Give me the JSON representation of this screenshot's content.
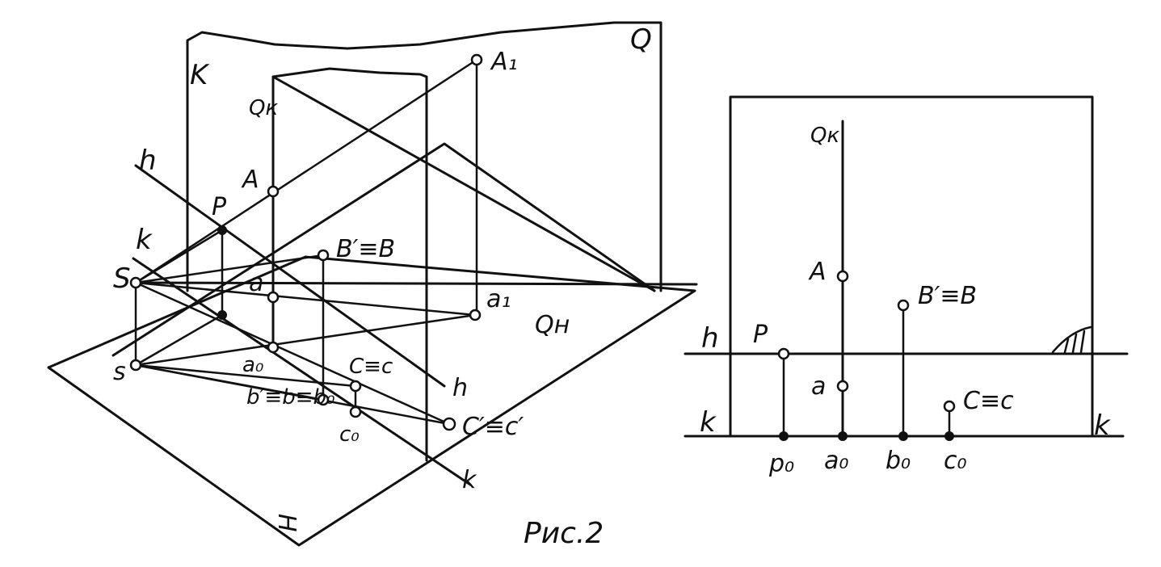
{
  "left": {
    "plane_K": "K",
    "plane_Q": "Q",
    "trace_Qk": "Qк",
    "trace_Qh": "Qн",
    "line_h_top": "h",
    "line_h_bottom": "h",
    "line_k_top": "k",
    "line_k_bottom": "k",
    "point_A1": "A₁",
    "point_a1": "a₁",
    "point_A": "A",
    "point_a": "a",
    "point_P": "P",
    "point_Bp": "B′≡B",
    "point_S": "S",
    "point_s": "s",
    "point_a0": "a₀",
    "point_bp": "b′≡b≡b₀",
    "point_Cc": "C≡c",
    "point_c0": "c₀",
    "point_Cp": "C′≡c′",
    "ground_label": "H"
  },
  "right": {
    "trace_Qk": "Qк",
    "point_A": "A",
    "point_Bp": "B′≡B",
    "line_h": "h",
    "point_P": "P",
    "point_a": "a",
    "line_k_left": "k",
    "line_k_right": "k",
    "point_Cc": "C≡c",
    "foot_p0": "p₀",
    "foot_a0": "a₀",
    "foot_b0": "b₀",
    "foot_c0": "c₀"
  },
  "caption": "Рис.2"
}
